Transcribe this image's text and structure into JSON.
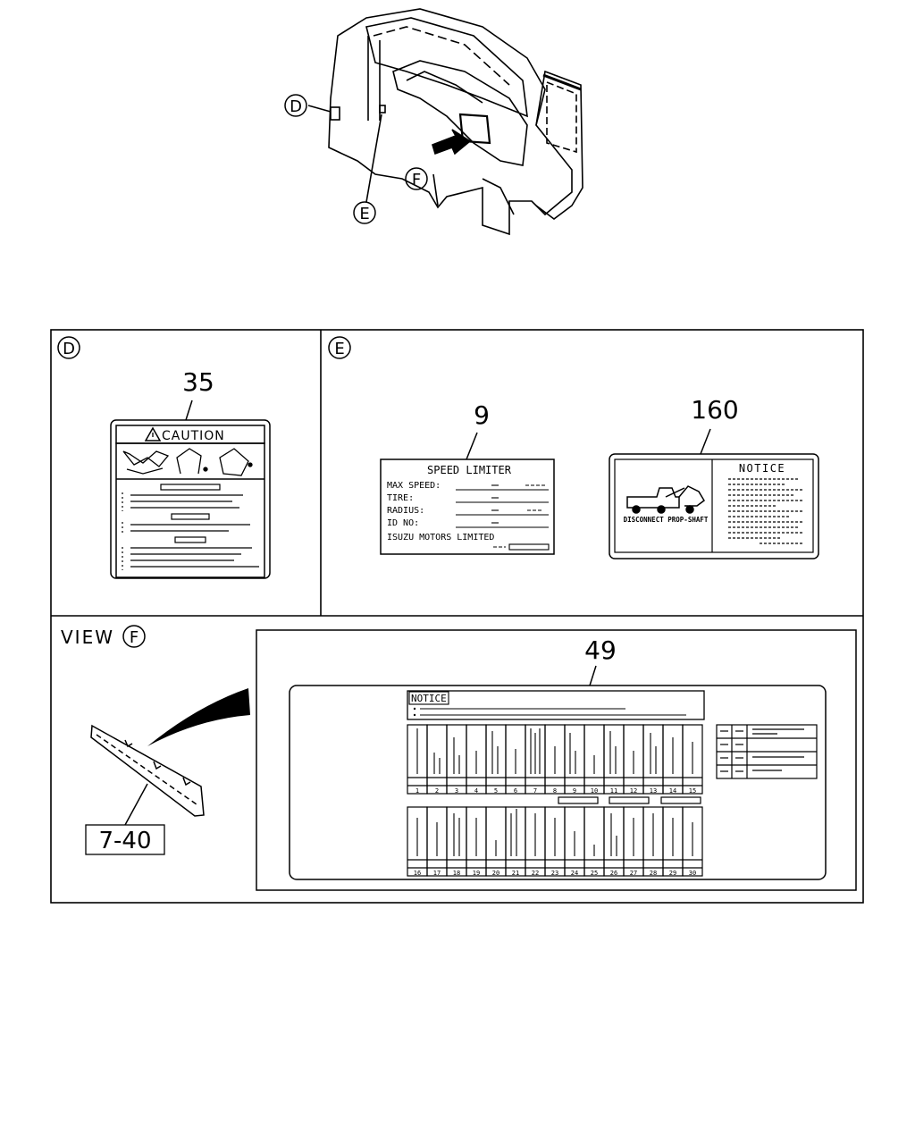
{
  "callouts": {
    "d": "D",
    "e": "E",
    "f": "F"
  },
  "panel_d": {
    "part_number": "35",
    "caution_title": "CAUTION"
  },
  "panel_e": {
    "speed_limiter": {
      "part_number": "9",
      "title": "SPEED LIMITER",
      "rows": [
        "MAX SPEED:",
        "TIRE:",
        "RADIUS:",
        "ID NO:"
      ],
      "maker": "ISUZU MOTORS LIMITED"
    },
    "notice_label": {
      "part_number": "160",
      "title": "NOTICE",
      "caption": "DISCONNECT PROP-SHAFT"
    }
  },
  "panel_f": {
    "view_label": "VIEW",
    "ref_number": "7-40",
    "part_number": "49",
    "notice_title": "NOTICE",
    "fuse_numbers_top": [
      "1",
      "2",
      "3",
      "4",
      "5",
      "6",
      "7",
      "8",
      "9",
      "10",
      "11",
      "12",
      "13",
      "14",
      "15"
    ],
    "fuse_numbers_bottom": [
      "16",
      "17",
      "18",
      "19",
      "20",
      "21",
      "22",
      "23",
      "24",
      "25",
      "26",
      "27",
      "28",
      "29",
      "30"
    ]
  }
}
